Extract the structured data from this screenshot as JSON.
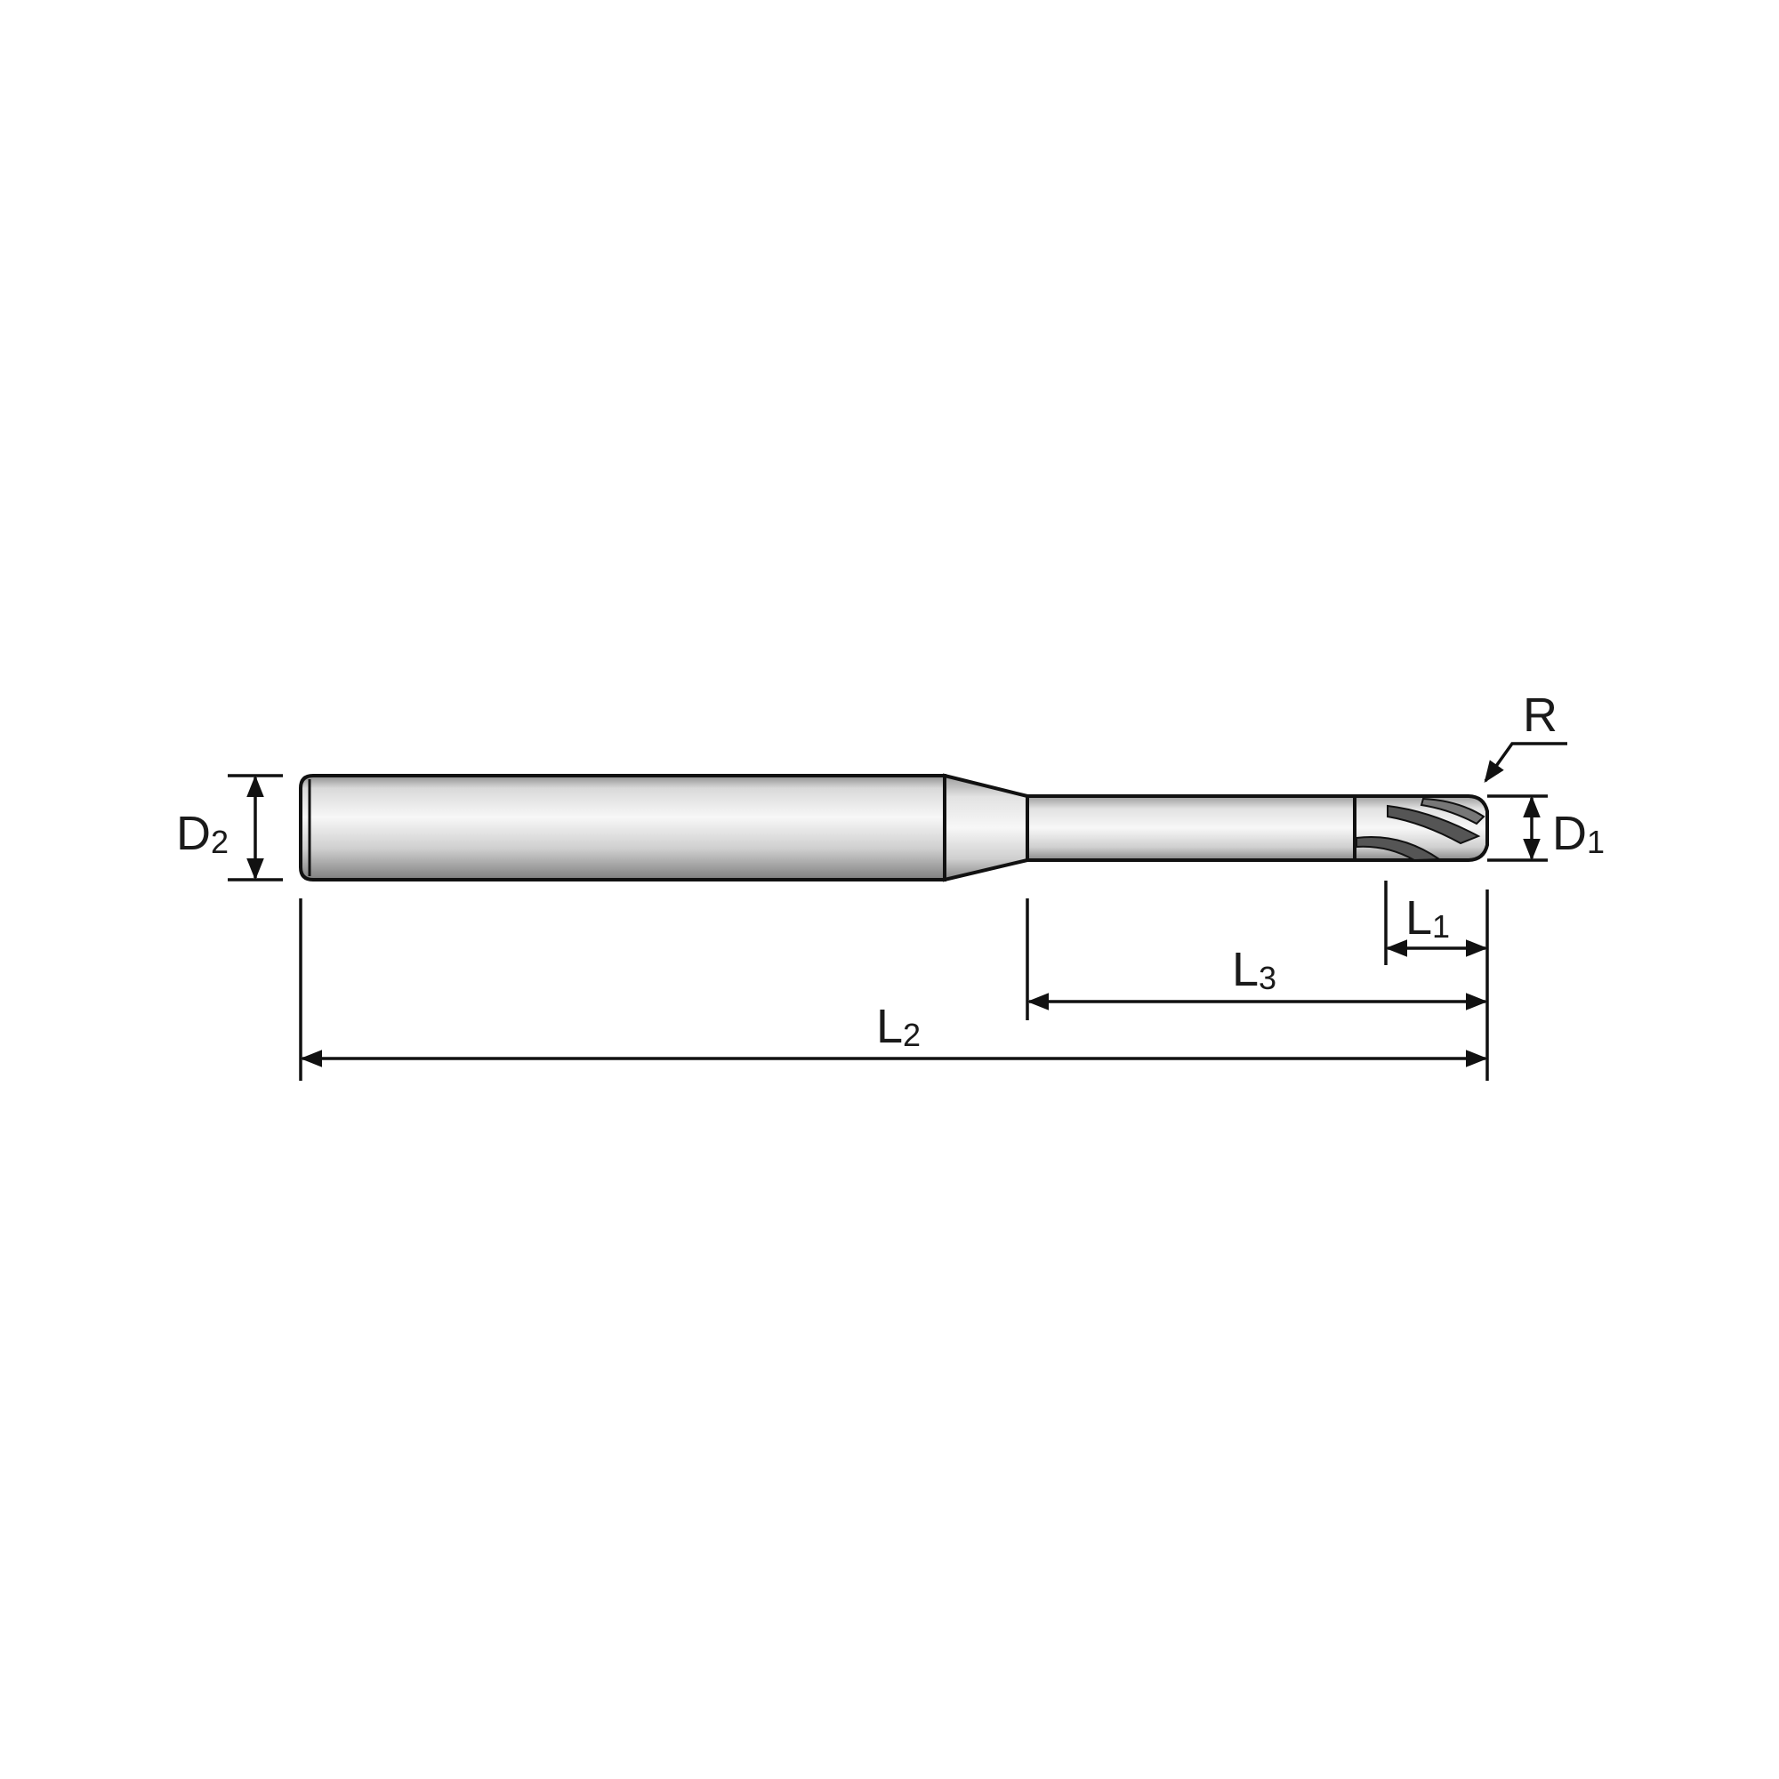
{
  "labels": {
    "d2": {
      "main": "D",
      "sub": "2"
    },
    "d1": {
      "main": "D",
      "sub": "1"
    },
    "r": "R",
    "l1": {
      "main": "L",
      "sub": "1"
    },
    "l3": {
      "main": "L",
      "sub": "3"
    },
    "l2": {
      "main": "L",
      "sub": "2"
    }
  },
  "colors": {
    "line": "#111111",
    "body_light": "#f4f4f4",
    "body_mid": "#d9d9d9",
    "body_dark": "#8c8c8c",
    "background": "#ffffff"
  }
}
